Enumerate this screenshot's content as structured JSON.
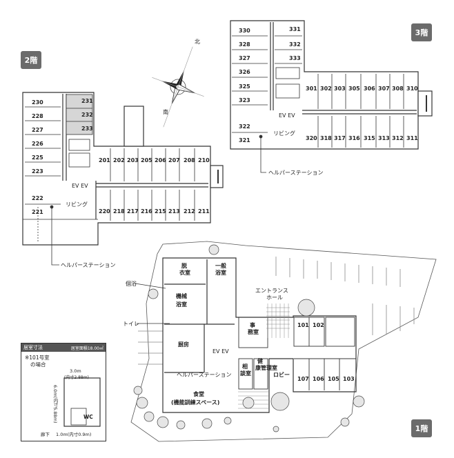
{
  "floors": {
    "f2": {
      "tag": "2階",
      "rooms_left": [
        "230",
        "228",
        "227",
        "226",
        "225",
        "223",
        "222",
        "221"
      ],
      "rooms_mid": [
        "231",
        "232",
        "233"
      ],
      "rooms_top": [
        "201",
        "202",
        "203",
        "205",
        "206",
        "207",
        "208",
        "210"
      ],
      "rooms_bottom": [
        "220",
        "218",
        "217",
        "216",
        "215",
        "213",
        "212",
        "211"
      ],
      "ev": "EV EV",
      "living": "リビング"
    },
    "f3": {
      "tag": "3階",
      "rooms_left_a": [
        "330",
        "328",
        "327",
        "326",
        "325",
        "323",
        "322",
        "321"
      ],
      "rooms_left_b": [
        "331",
        "332",
        "333"
      ],
      "rooms_top": [
        "301",
        "302",
        "303",
        "305",
        "306",
        "307",
        "308",
        "310"
      ],
      "rooms_bottom": [
        "320",
        "318",
        "317",
        "316",
        "315",
        "313",
        "312",
        "311"
      ],
      "ev": "EV EV",
      "living": "リビング"
    },
    "f1": {
      "tag": "1階",
      "rooms_top": [
        "101",
        "102"
      ],
      "rooms_bottom": [
        "107",
        "106",
        "105",
        "103"
      ],
      "ev": "EV EV"
    }
  },
  "compass": {
    "north": "北",
    "south": "南"
  },
  "labels": {
    "helper_station": "ヘルパーステーション",
    "helper_station_1f": "ヘルパーステーション",
    "undressing_1": "脱",
    "undressing_2": "衣室",
    "general_bath_1": "一般",
    "general_bath_2": "浴室",
    "machine_bath_1": "機械",
    "machine_bath_2": "浴室",
    "fukuyoku": "個浴",
    "toilet": "トイレ",
    "entrance_1": "エントランス",
    "entrance_2": "ホール",
    "office_1": "事",
    "office_2": "務室",
    "kitchen": "厨房",
    "consult_1": "相",
    "consult_2": "談室",
    "health_1": "健",
    "health_2": "康管理室",
    "lobby": "ロビー",
    "dining_1": "食堂",
    "dining_2": "(機能訓練スペース)"
  },
  "room_size": {
    "title": "居室寸法",
    "area": "居室面積18.00㎡",
    "note_1": "※101号室",
    "note_2": "の場合",
    "width": "3.0m",
    "width_inner": "(内寸2.88m)",
    "height": "6.0m(内寸5.88m)",
    "wc": "WC",
    "corridor": "廊下",
    "door": "1.0m(内寸0.9m)"
  }
}
